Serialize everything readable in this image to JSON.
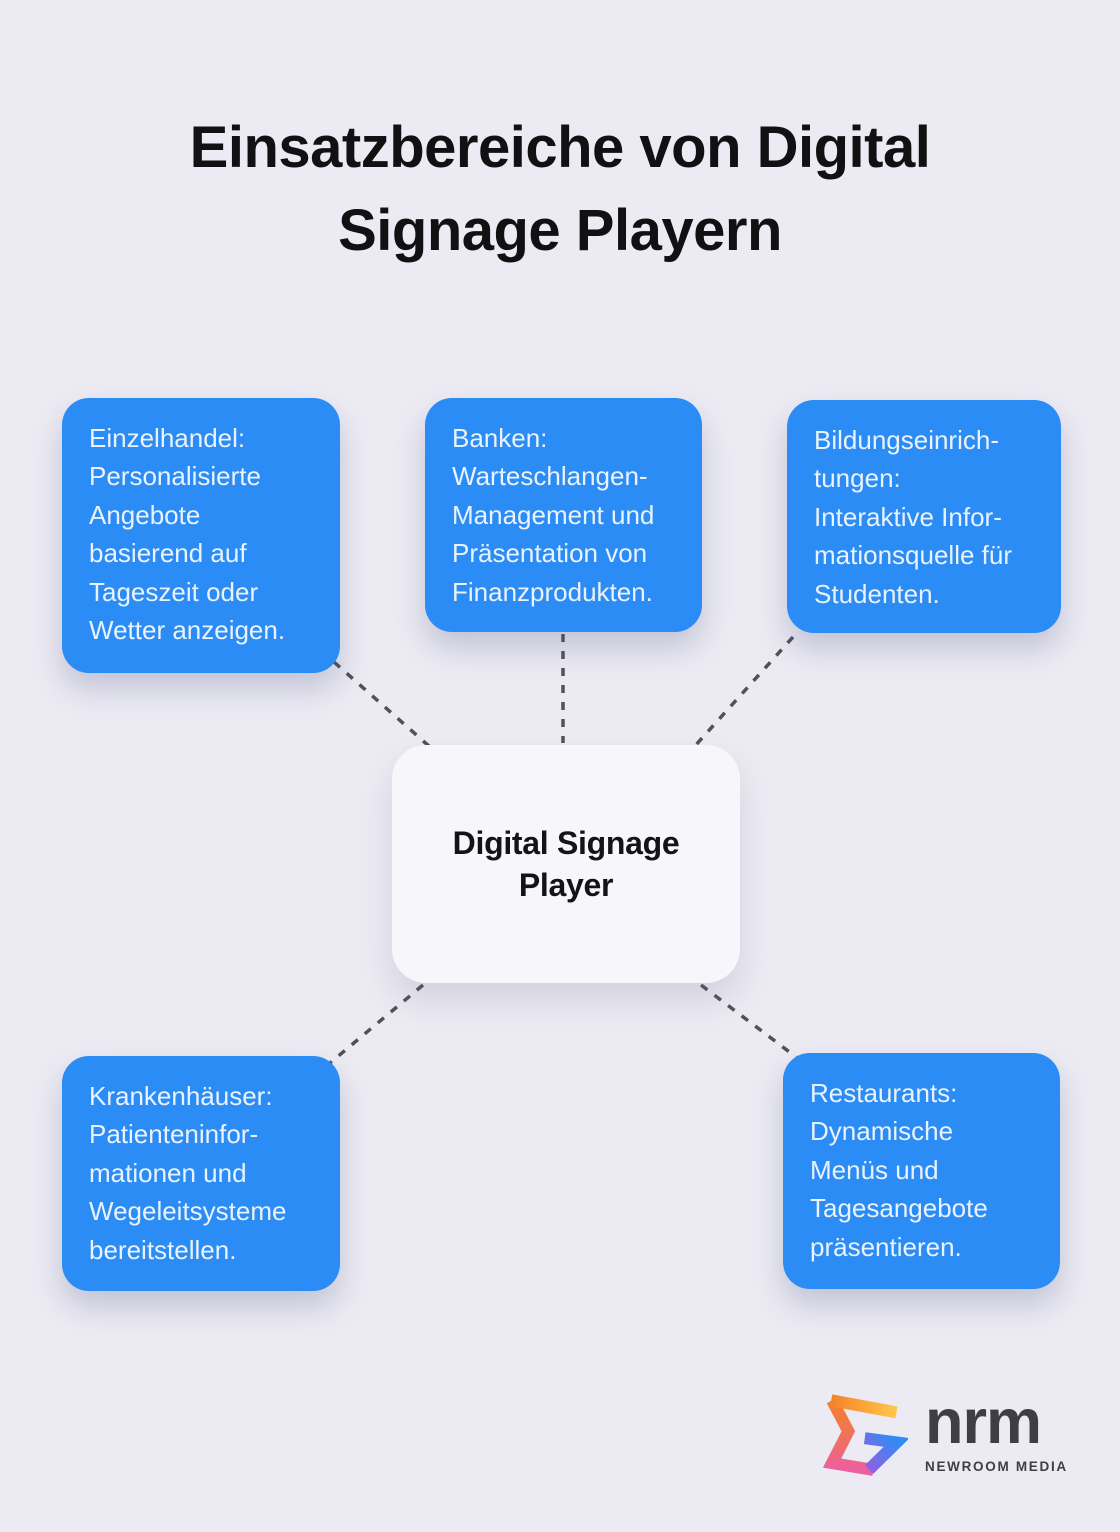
{
  "title": {
    "line1": "Einsatzbereiche von Digital",
    "line2": "Signage Playern"
  },
  "center_node": {
    "line1": "Digital Signage",
    "line2": "Player"
  },
  "nodes": {
    "einzelhandel": {
      "lines": [
        "Einzelhandel:",
        "Personalisierte",
        "Angebote",
        "basierend auf",
        "Tageszeit oder",
        "Wetter anzeigen."
      ]
    },
    "banken": {
      "lines": [
        "Banken:",
        "Warteschlangen-",
        "Management und",
        "Präsentation von",
        "Finanzprodukten."
      ]
    },
    "bildungseinrichtungen": {
      "lines": [
        "Bildungseinrich-",
        "tungen:",
        "Interaktive Infor-",
        "mationsquelle für",
        "Studenten."
      ]
    },
    "krankenhaeuser": {
      "lines": [
        "Krankenhäuser:",
        "Patienteninfor-",
        "mationen und",
        "Wegeleitsysteme",
        "bereitstellen."
      ]
    },
    "restaurants": {
      "lines": [
        "Restaurants:",
        "Dynamische",
        "Menüs und",
        "Tagesangebote",
        "präsentieren."
      ]
    }
  },
  "edges": [
    {
      "from": "einzelhandel",
      "to": "center"
    },
    {
      "from": "banken",
      "to": "center"
    },
    {
      "from": "bildungseinrichtungen",
      "to": "center"
    },
    {
      "from": "krankenhaeuser",
      "to": "center"
    },
    {
      "from": "restaurants",
      "to": "center"
    }
  ],
  "logo": {
    "brand": "nrm",
    "subtitle": "NEWROOM MEDIA",
    "icon": "newroom-media-gradient-g-icon"
  },
  "colors": {
    "page_bg": "#ECEBF3",
    "node_blue": "#2A8CF4",
    "node_text": "#EAF2FD",
    "center_bg": "#F7F6FB",
    "center_text": "#141416",
    "title_text": "#111113",
    "edge_color": "#515157",
    "brand_text": "#3E3E44",
    "logo_orange": "#F5822A",
    "logo_yellow": "#FFC94B",
    "logo_pink": "#EC5FA0",
    "logo_violet": "#9A5CE0",
    "logo_blue": "#2E8CF4"
  }
}
